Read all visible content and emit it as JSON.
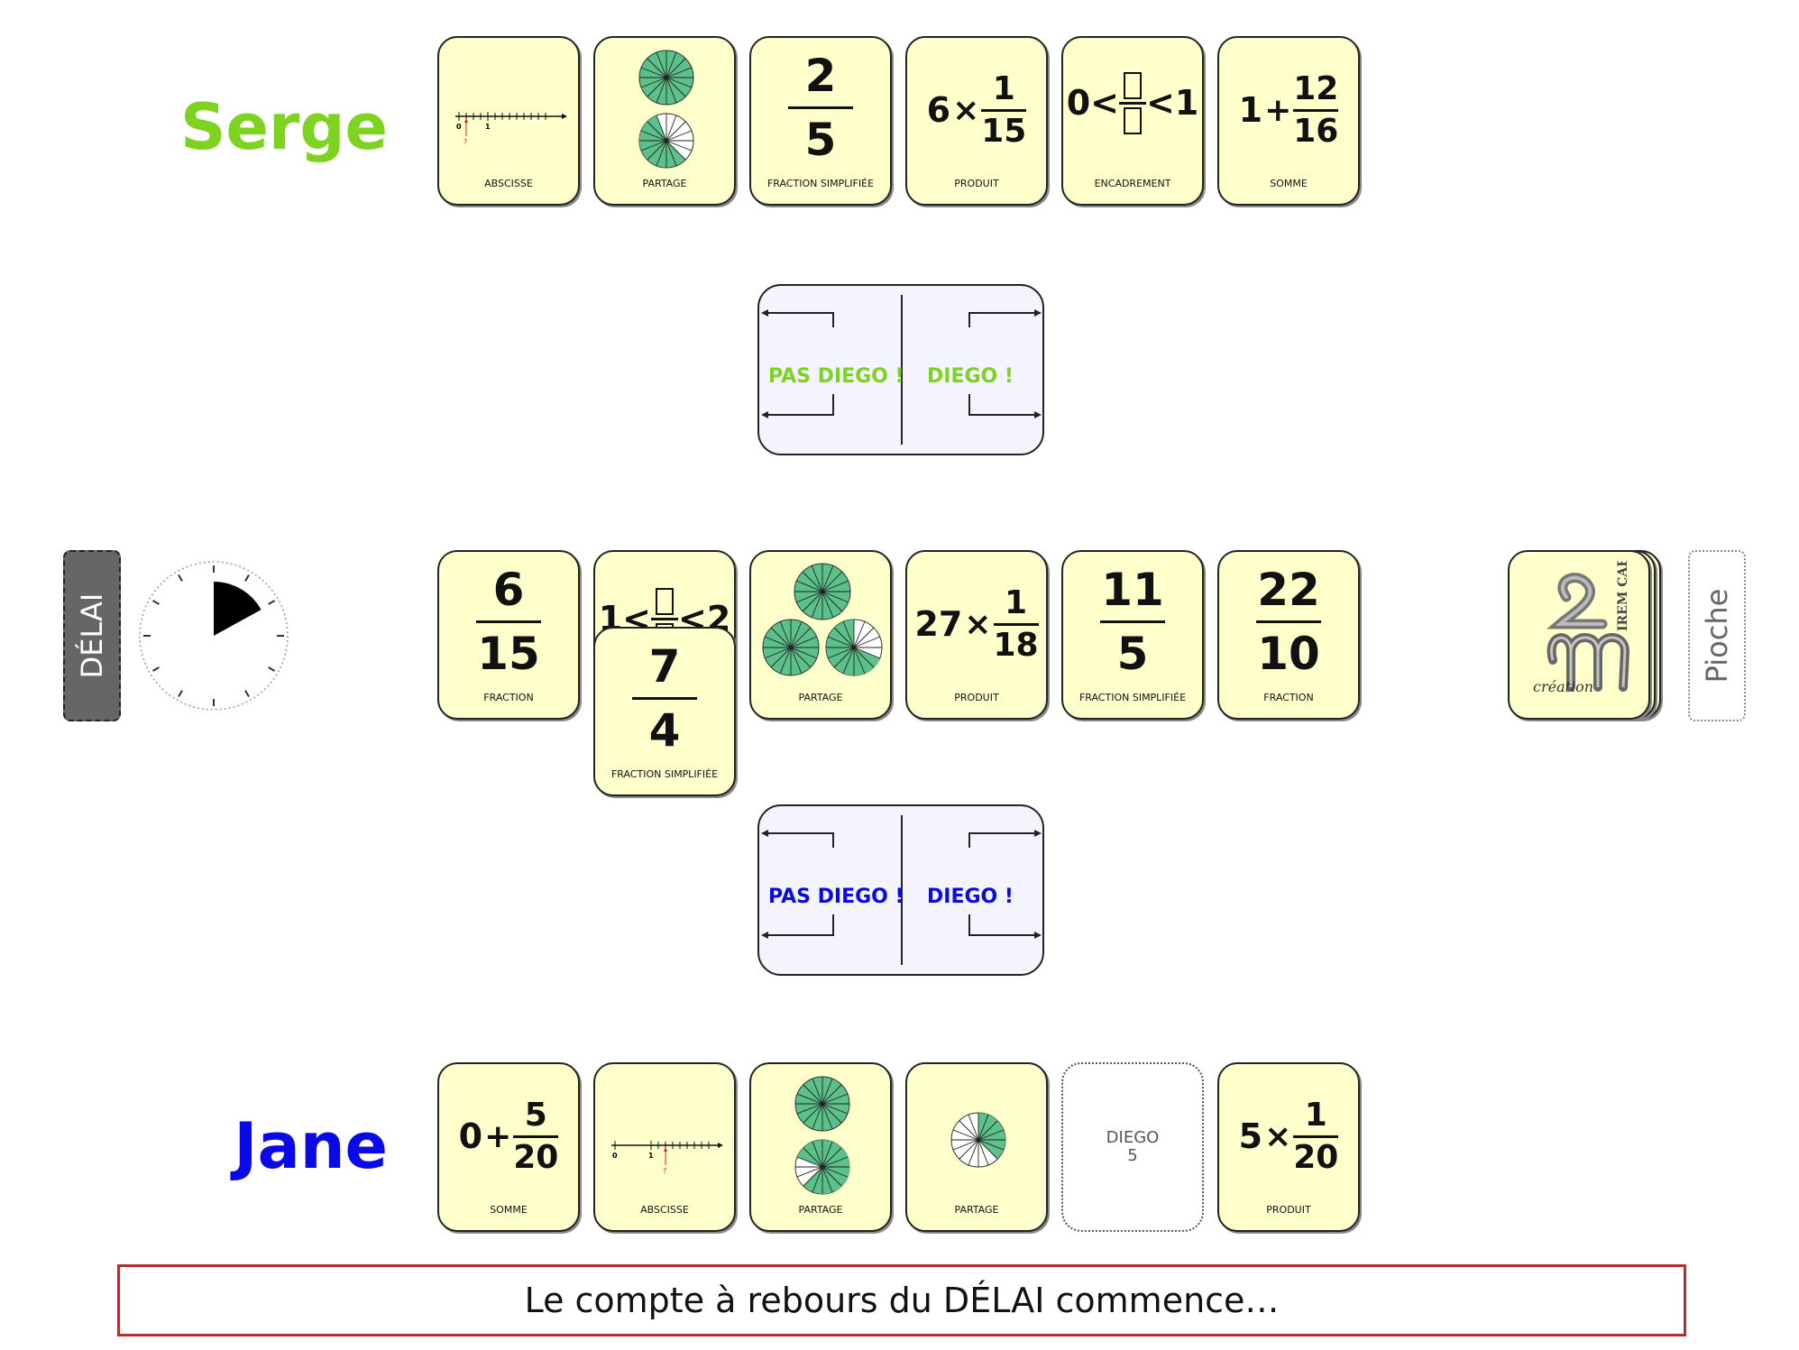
{
  "players": {
    "top": {
      "name": "Serge",
      "color": "#7ed321"
    },
    "bottom": {
      "name": "Jane",
      "color": "#0a0ae6"
    }
  },
  "serge_cards": [
    {
      "label": "ABSCISSE",
      "zero": "0",
      "one": "1",
      "mark": "?"
    },
    {
      "label": "PARTAGE"
    },
    {
      "label": "FRACTION SIMPLIFIÉE",
      "num": "2",
      "den": "5"
    },
    {
      "label": "PRODUIT",
      "a": "6",
      "op": "×",
      "num": "1",
      "den": "15"
    },
    {
      "label": "ENCADREMENT",
      "left": "0<",
      "right": "<1"
    },
    {
      "label": "SOMME",
      "a": "1",
      "op": "+",
      "num": "12",
      "den": "16"
    }
  ],
  "diego_boxes": {
    "top": {
      "pas": "PAS DIEGO !",
      "diego": "DIEGO !",
      "color": "#7ed321"
    },
    "bottom": {
      "pas": "PAS DIEGO !",
      "diego": "DIEGO !",
      "color": "#0a0ae6"
    }
  },
  "table_cards": [
    {
      "label": "FRACTION",
      "num": "6",
      "den": "15"
    },
    {
      "label": "",
      "left": "1<",
      "right": "<2"
    },
    {
      "label": "PARTAGE"
    },
    {
      "label": "PRODUIT",
      "a": "27",
      "op": "×",
      "num": "1",
      "den": "18"
    },
    {
      "label": "FRACTION SIMPLIFIÉE",
      "num": "11",
      "den": "5"
    },
    {
      "label": "FRACTION",
      "num": "22",
      "den": "10"
    }
  ],
  "played_card": {
    "label": "FRACTION SIMPLIFIÉE",
    "num": "7",
    "den": "4"
  },
  "jane_cards": [
    {
      "label": "SOMME",
      "a": "0",
      "op": "+",
      "num": "5",
      "den": "20"
    },
    {
      "label": "ABSCISSE",
      "zero": "0",
      "one": "1",
      "mark": "?"
    },
    {
      "label": "PARTAGE"
    },
    {
      "label": "PARTAGE"
    },
    {
      "label": "DIEGO",
      "value": "5"
    },
    {
      "label": "PRODUIT",
      "a": "5",
      "op": "×",
      "num": "1",
      "den": "20"
    }
  ],
  "controls": {
    "delai": "DÉLAI",
    "pioche": "Pioche"
  },
  "logo": {
    "text_top": "IREM CAEN",
    "text_bottom": "création"
  },
  "timer": {
    "elapsed_fraction": 0.17
  },
  "message": "Le compte à rebours du DÉLAI commence…",
  "colors": {
    "card_bg": "#ffffcc",
    "wheel_green": "#5cc08a",
    "message_border": "#b03030"
  }
}
